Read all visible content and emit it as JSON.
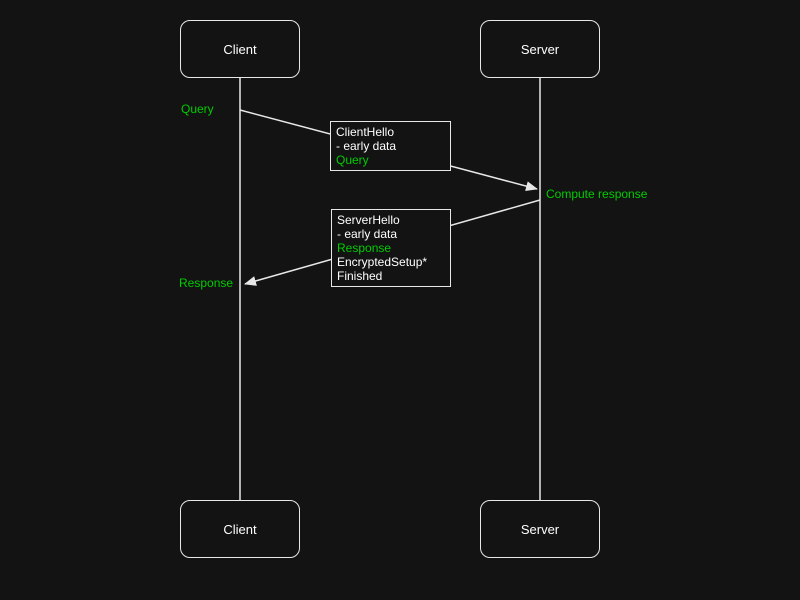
{
  "colors": {
    "background": "#131313",
    "stroke": "#e8e8e8",
    "text": "#ffffff",
    "accent_green": "#00cc00"
  },
  "actors": {
    "client_top": "Client",
    "server_top": "Server",
    "client_bottom": "Client",
    "server_bottom": "Server"
  },
  "labels": {
    "query": "Query",
    "compute_response": "Compute response",
    "response": "Response"
  },
  "messages": {
    "client_hello": {
      "l1": "ClientHello",
      "l2": "- early data",
      "l3": "Query"
    },
    "server_hello": {
      "l1": "ServerHello",
      "l2": "- early data",
      "l3": "Response",
      "l4": "EncryptedSetup*",
      "l5": "Finished"
    }
  }
}
